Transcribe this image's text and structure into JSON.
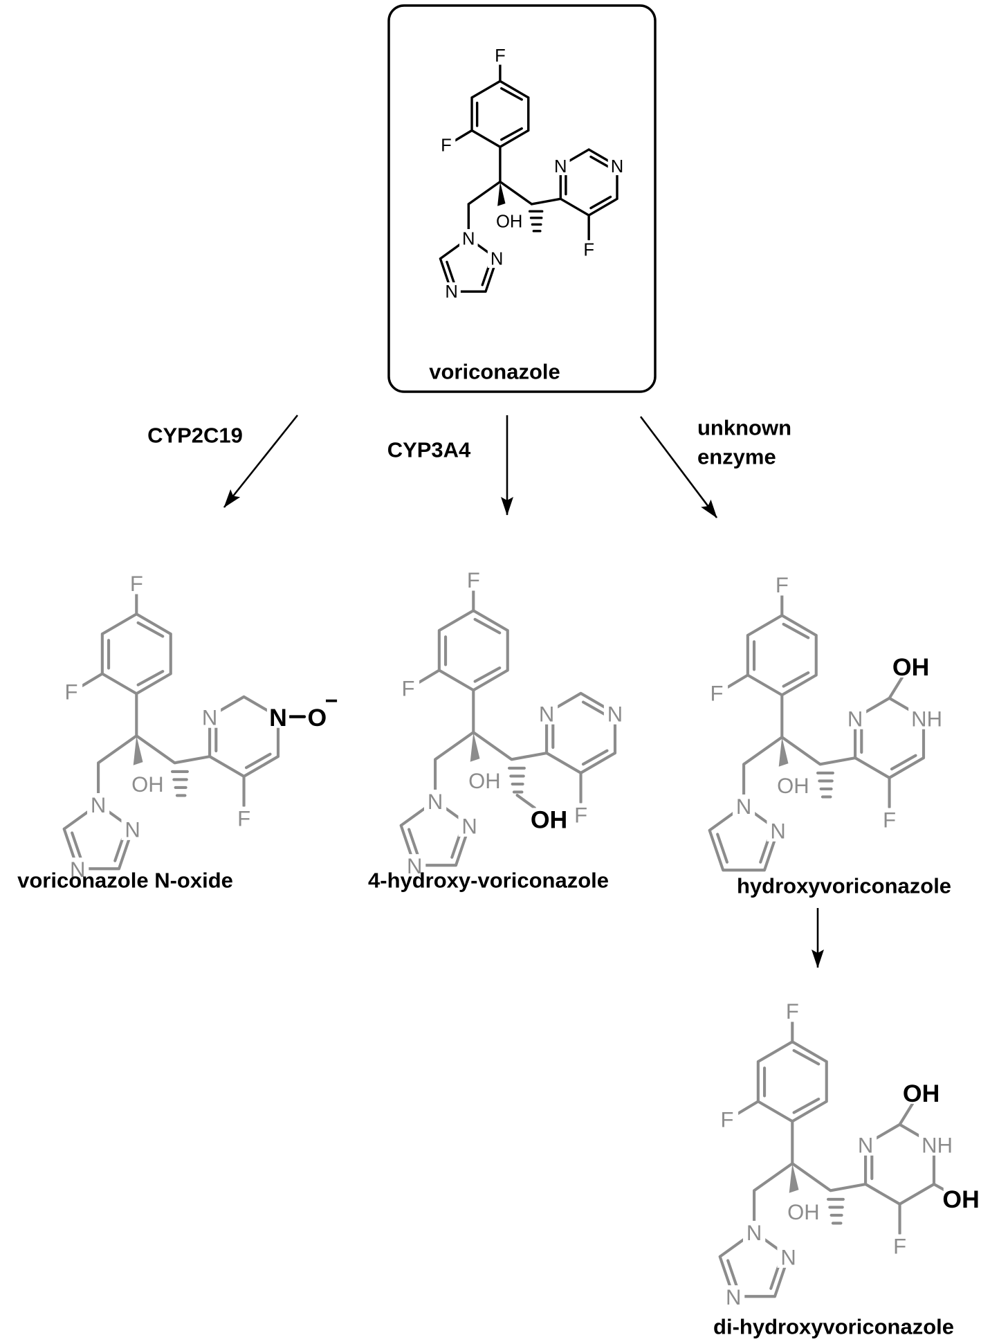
{
  "diagram": {
    "parent": {
      "name": "voriconazole"
    },
    "enzymes": {
      "cyp2c19": "CYP2C19",
      "cyp3a4": "CYP3A4",
      "unknown_line1": "unknown",
      "unknown_line2": "enzyme"
    },
    "metabolites": {
      "n_oxide": "voriconazole N-oxide",
      "four_hydroxy": "4-hydroxy-voriconazole",
      "hydroxy": "hydroxyvoriconazole",
      "dihydroxy": "di-hydroxyvoriconazole"
    },
    "atoms": {
      "F": "F",
      "N": "N",
      "NH": "NH",
      "OH": "OH",
      "O": "O",
      "minus": "−"
    },
    "colors": {
      "structure_black": "#000000",
      "structure_gray": "#8c8c8c",
      "emphasis_black": "#000000",
      "background": "#ffffff"
    }
  }
}
